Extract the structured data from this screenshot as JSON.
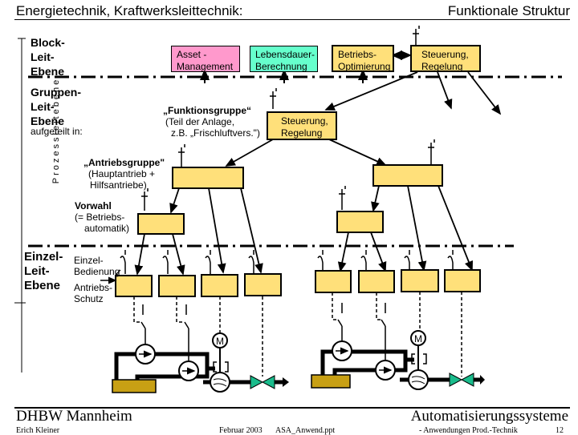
{
  "header": {
    "title": "Energietechnik, Kraftwerksleittechnik:",
    "subtitle": "Funktionale Struktur"
  },
  "side_label": "Prozessleitebene",
  "levels": {
    "block": [
      "Block-",
      "Leit-",
      "Ebene"
    ],
    "group": [
      "Gruppen-",
      "Leit-",
      "Ebene"
    ],
    "group_note": "aufgeteilt in:",
    "single": [
      "Einzel-",
      "Leit-",
      "Ebene"
    ]
  },
  "annotations": {
    "funktionsgruppe_title": "„Funktionsgruppe“",
    "funktionsgruppe_desc": [
      "(Teil der Anlage,",
      "z.B. „Frischluftvers.\")"
    ],
    "antriebsgruppe_title": "„Antriebsgruppe\"",
    "antriebsgruppe_desc": [
      "(Hauptantrieb +",
      "Hilfsantriebe)"
    ],
    "vorwahl_title": "Vorwahl",
    "vorwahl_desc": [
      "(= Betriebs-",
      "automatik)"
    ],
    "einzel_bedienung": [
      "Einzel-",
      "Bedienung"
    ],
    "antriebs_schutz": [
      "Antriebs-",
      "Schutz"
    ]
  },
  "boxes": {
    "asset": [
      "Asset -",
      "Management"
    ],
    "lebensdauer": [
      "Lebensdauer-",
      "Berechnung"
    ],
    "betrieb": [
      "Betriebs-",
      "Optimierung"
    ],
    "steuerung_top": [
      "Steuerung,",
      "Regelung"
    ],
    "steuerung_mid": [
      "Steuerung,",
      "Regelung"
    ]
  },
  "motor_label": "M",
  "colors": {
    "asset": "#ff99cc",
    "lebensdauer": "#66ffcc",
    "yellow": "#ffe07a",
    "tank": "#c8a014",
    "valve": "#1abc8c"
  },
  "footer": {
    "org": "DHBW  Mannheim",
    "course": "Automatisierungssysteme",
    "author": "Erich Kleiner",
    "date": "Februar 2003",
    "file": "ASA_Anwend.ppt",
    "chapter": "- Anwendungen Prod.-Technik",
    "page": "12"
  }
}
